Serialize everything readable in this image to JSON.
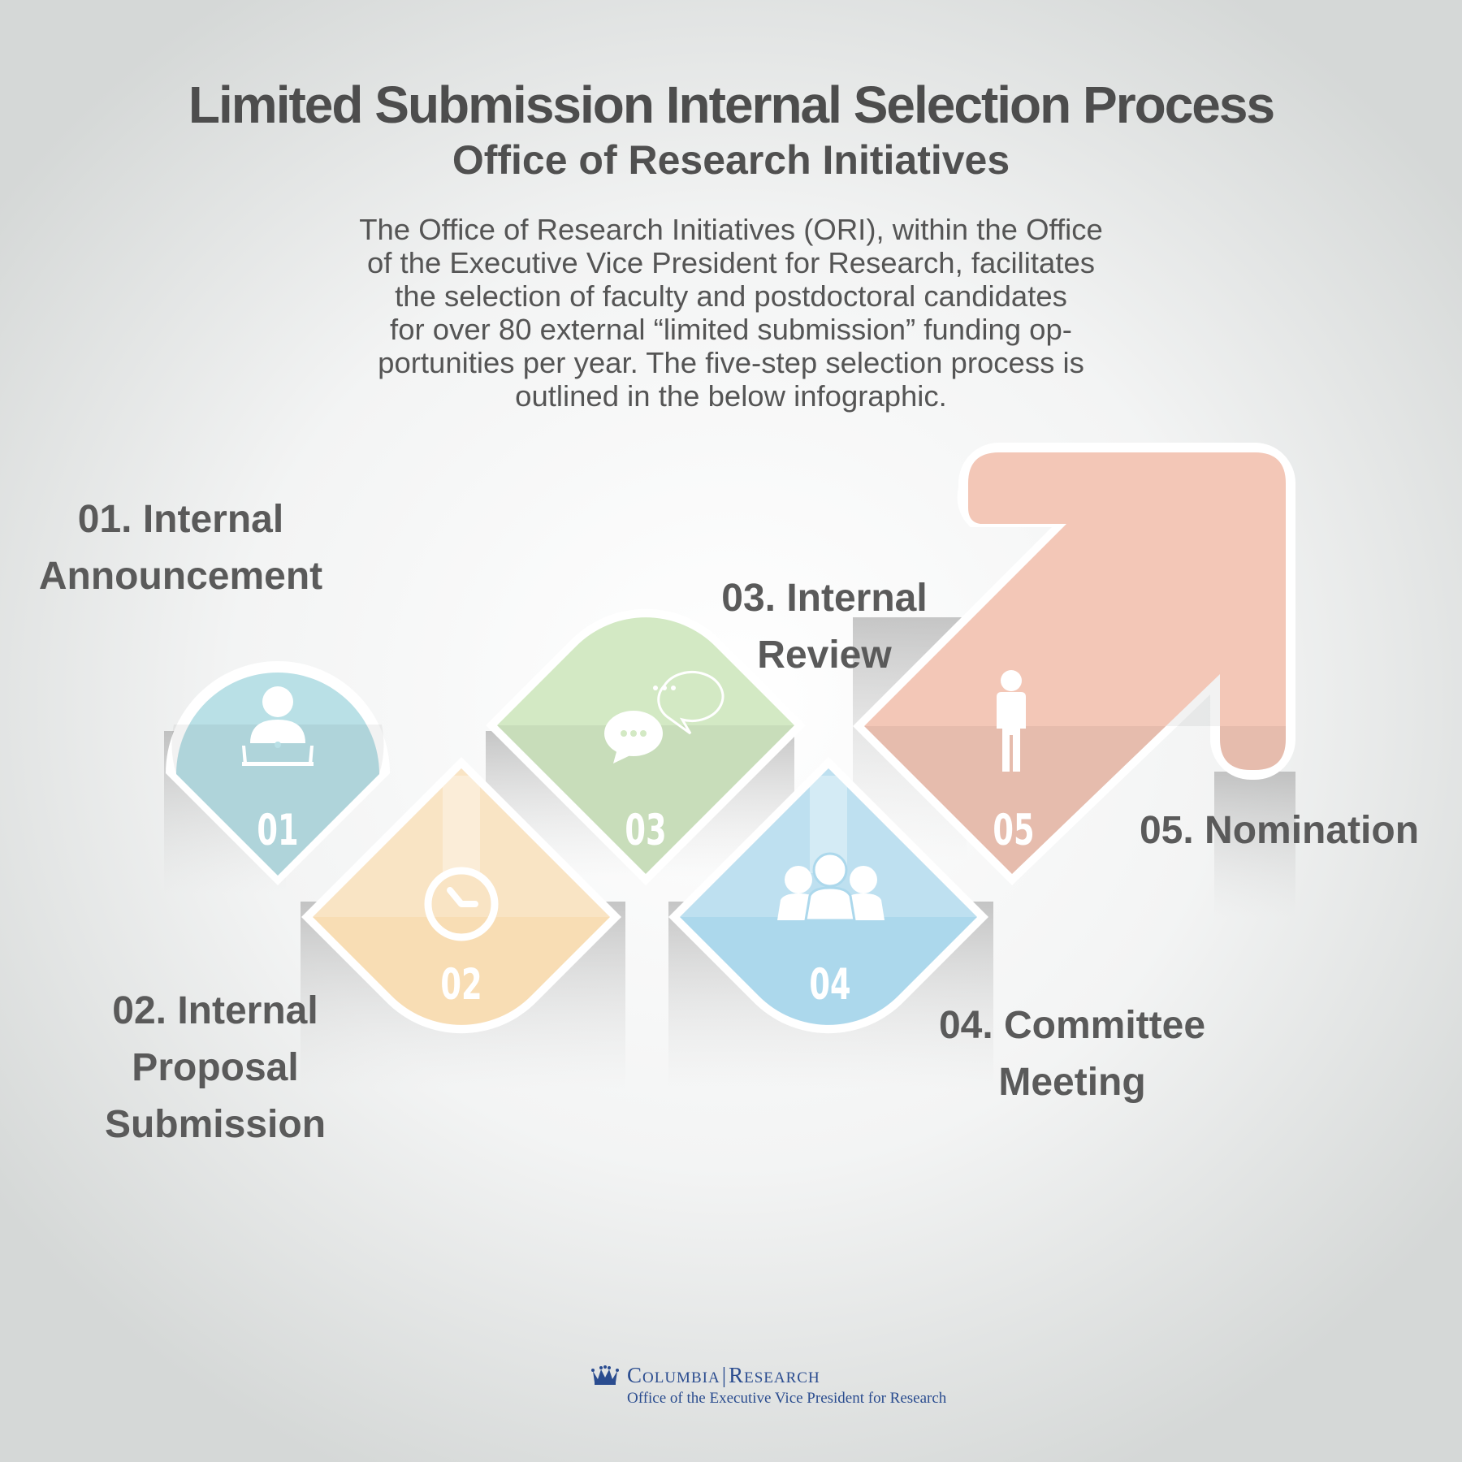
{
  "title": "Limited Submission Internal Selection Process",
  "subtitle": "Office of Research Initiatives",
  "intro_lines": [
    "The Office of Research Initiatives (ORI), within the Office",
    "of the Executive Vice President for Research, facilitates",
    "the selection of faculty and postdoctoral candidates",
    "for over 80 external “limited submission” funding op-",
    "portunities per year. The five-step selection process is",
    "outlined in the below infographic."
  ],
  "steps": [
    {
      "number": "01",
      "label_lines": [
        "01. Internal",
        "Announcement"
      ],
      "icon": "person-laptop-icon",
      "color": "#b9e0e6"
    },
    {
      "number": "02",
      "label_lines": [
        "02. Internal",
        "Proposal",
        "Submission"
      ],
      "icon": "clock-icon",
      "color": "#f8ddb4"
    },
    {
      "number": "03",
      "label_lines": [
        "03. Internal",
        "Review"
      ],
      "icon": "chat-bubbles-icon",
      "color": "#d3e9c4"
    },
    {
      "number": "04",
      "label_lines": [
        "04. Committee",
        "Meeting"
      ],
      "icon": "group-people-icon",
      "color": "#acd8ec"
    },
    {
      "number": "05",
      "label_lines": [
        "05. Nomination"
      ],
      "icon": "standing-person-icon",
      "color": "#f3c7b7"
    }
  ],
  "footer": {
    "brand_left": "Columbia",
    "brand_right": "Research",
    "office": "Office of the Executive Vice President for Research",
    "logo_icon": "crown-icon"
  }
}
